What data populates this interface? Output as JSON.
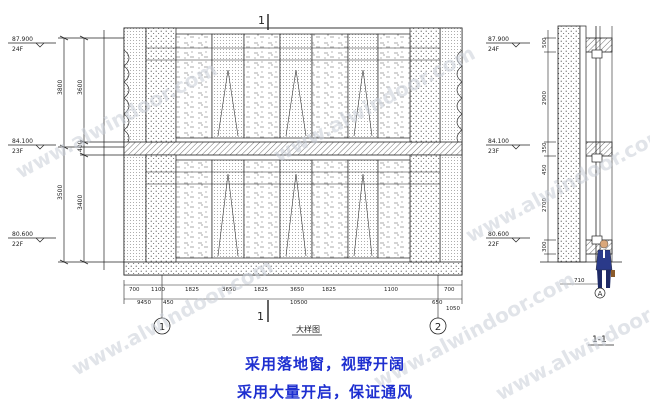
{
  "elevation": {
    "floor_levels": [
      {
        "elev": "87.900",
        "floor": "24F"
      },
      {
        "elev": "84.100",
        "floor": "23F"
      },
      {
        "elev": "80.600",
        "floor": "22F"
      }
    ],
    "left_dims_outer": [
      "3800",
      "3500"
    ],
    "left_dims_inner": [
      "3600",
      "400",
      "3400"
    ],
    "bottom_dims_top": [
      "700",
      "1100",
      "1825",
      "3650",
      "1825",
      "3650",
      "1825",
      "1100",
      "700"
    ],
    "bottom_dims_mid": [
      "9450",
      "450",
      "10500",
      "650",
      "1050"
    ],
    "grid_labels": [
      "1",
      "2"
    ],
    "section_mark": "1",
    "title": "大样图"
  },
  "section": {
    "floor_levels": [
      {
        "elev": "87.900",
        "floor": "24F"
      },
      {
        "elev": "84.100",
        "floor": "23F"
      },
      {
        "elev": "80.600",
        "floor": "22F"
      }
    ],
    "right_dims": [
      "500",
      "2900",
      "350",
      "450",
      "2700",
      "300"
    ],
    "bottom_dim": "710",
    "grid_label": "A",
    "title": "1-1"
  },
  "captions": {
    "line1": "采用落地窗，视野开阔",
    "line2": "采用大量开启，保证通风"
  },
  "watermark": "www.alwindoor.com",
  "colors": {
    "caption": "#1e2fd0",
    "line": "#222222",
    "watermark": "#c9cfd8"
  }
}
